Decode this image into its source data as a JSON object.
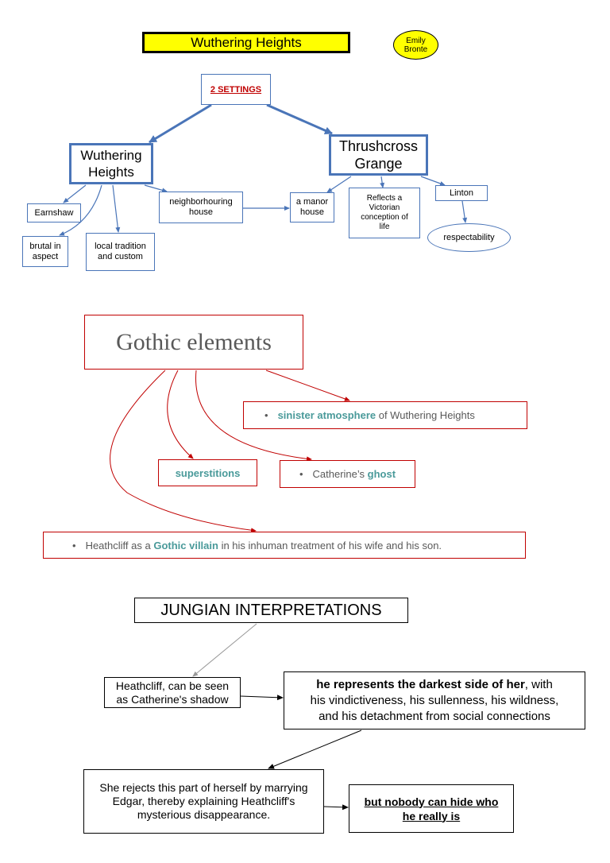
{
  "header": {
    "title": "Wuthering Heights",
    "author_line1": "Emily",
    "author_line2": "Bronte"
  },
  "settings": {
    "root": "2 SETTINGS",
    "wuthering_line1": "Wuthering",
    "wuthering_line2": "Heights",
    "thrushcross_line1": "Thrushcross",
    "thrushcross_line2": "Grange",
    "earnshaw": "Earnshaw",
    "brutal_line1": "brutal in",
    "brutal_line2": "aspect",
    "local_line1": "local tradition",
    "local_line2": "and custom",
    "neigh_line1": "neighborhouring",
    "neigh_line2": "house",
    "manor_line1": "a manor",
    "manor_line2": "house",
    "vict_line1": "Reflects a",
    "vict_line2": "Victorian",
    "vict_line3": "conception of",
    "vict_line4": "life",
    "linton": "Linton",
    "respectability": "respectability"
  },
  "gothic": {
    "title": "Gothic elements",
    "bullet": "•",
    "sinister_bold": "sinister atmosphere",
    "sinister_rest": " of Wuthering Heights",
    "superstitions": "superstitions",
    "ghost_pre": "Catherine’s ",
    "ghost_bold": "ghost",
    "villain_pre": "Heathcliff as a ",
    "villain_bold": "Gothic villain",
    "villain_rest": " in his inhuman treatment of his wife and his son."
  },
  "jungian": {
    "title": "JUNGIAN INTERPRETATIONS",
    "shadow_line1": "Heathcliff, can be seen",
    "shadow_line2": "as Catherine's shadow",
    "dark_bold": "he represents the darkest side of her",
    "dark_rest1": ", with",
    "dark_line2": "his vindictiveness, his sullenness, his wildness,",
    "dark_line3": "and his detachment from social connections",
    "rejects_line1": "She rejects this part of herself by marrying",
    "rejects_line2": "Edgar, thereby explaining Heathcliff's",
    "rejects_line3": "mysterious disappearance.",
    "hide_line1": "but nobody can hide who",
    "hide_line2": "he really is"
  },
  "colors": {
    "yellow": "#ffff00",
    "blue": "#4a75b8",
    "red": "#c00000",
    "teal": "#4a9a9a",
    "gray": "#595959"
  }
}
